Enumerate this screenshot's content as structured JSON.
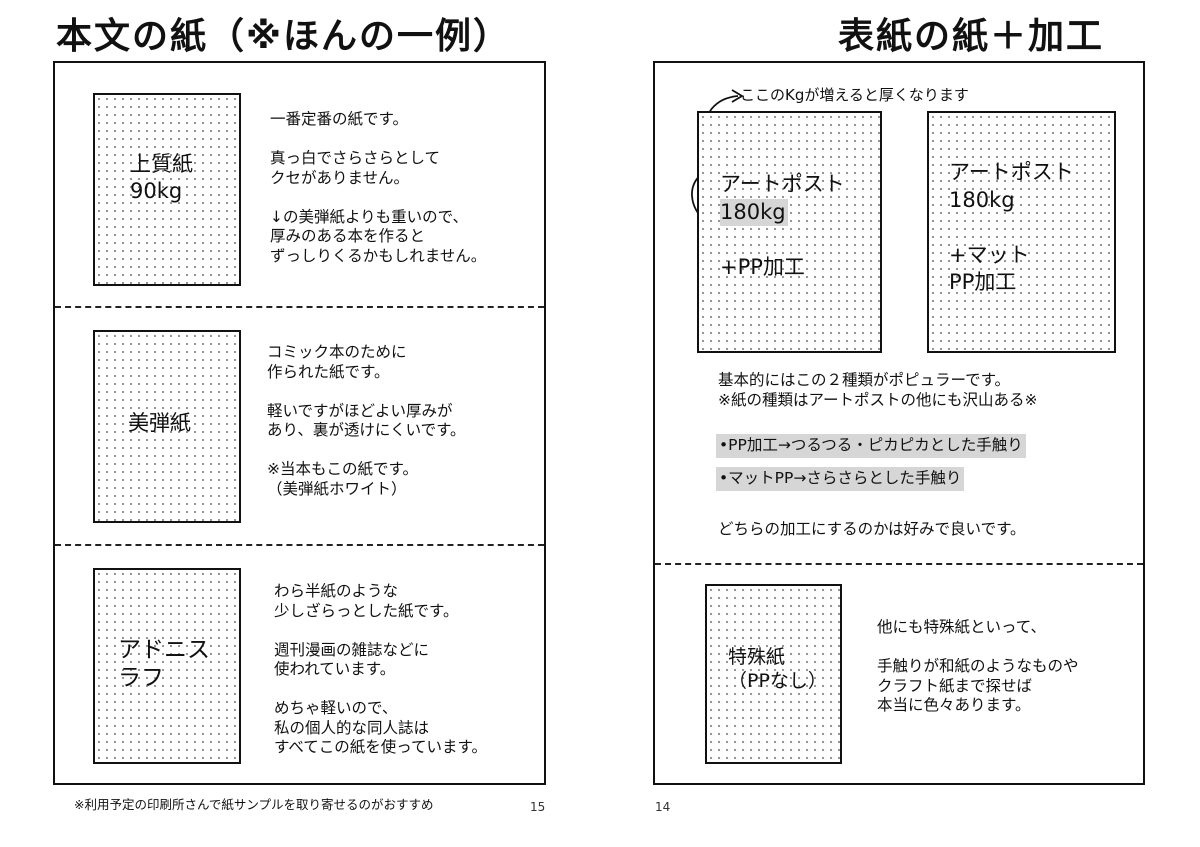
{
  "left_page": {
    "heading": "本文の紙（※ほんの一例）",
    "papers": [
      {
        "label": "上質紙\n90kg",
        "description": "一番定番の紙です。\n\n真っ白でさらさらとして\nクセがありません。\n\n↓の美弾紙よりも重いので、\n厚みのある本を作ると\nずっしりくるかもしれません。"
      },
      {
        "label": "美弾紙",
        "description": "コミック本のために\n作られた紙です。\n\n軽いですがほどよい厚みが\nあり、裏が透けにくいです。\n\n※当本もこの紙です。\n（美弾紙ホワイト）"
      },
      {
        "label": "アドニス\nラフ",
        "description": "わら半紙のような\n少しざらっとした紙です。\n\n週刊漫画の雑誌などに\n使われています。\n\nめちゃ軽いので、\n私の個人的な同人誌は\nすべてこの紙を使っています。"
      }
    ],
    "footnote": "※利用予定の印刷所さんで紙サンプルを取り寄せるのがおすすめ",
    "page_number": "15"
  },
  "right_page": {
    "heading": "表紙の紙＋加工",
    "annotation": "ここのKgが増えると厚くなります",
    "sample_a": {
      "line1": "アートポスト",
      "weight": "180kg",
      "finish": "+PP加工"
    },
    "sample_b": {
      "line1": "アートポスト",
      "weight": "180kg",
      "finish": "+マット\nPP加工"
    },
    "summary": "基本的にはこの２種類がポピュラーです。\n※紙の種類はアートポストの他にも沢山ある※",
    "bullets": [
      "•PP加工→つるつる・ピカピカとした手触り",
      "•マットPP→さらさらとした手触り"
    ],
    "closing": "どちらの加工にするのかは好みで良いです。",
    "special": {
      "label": "特殊紙\n（PPなし）",
      "description": "他にも特殊紙といって、\n\n手触りが和紙のようなものや\nクラフト紙まで探せば\n本当に色々あります。"
    },
    "page_number": "14"
  }
}
